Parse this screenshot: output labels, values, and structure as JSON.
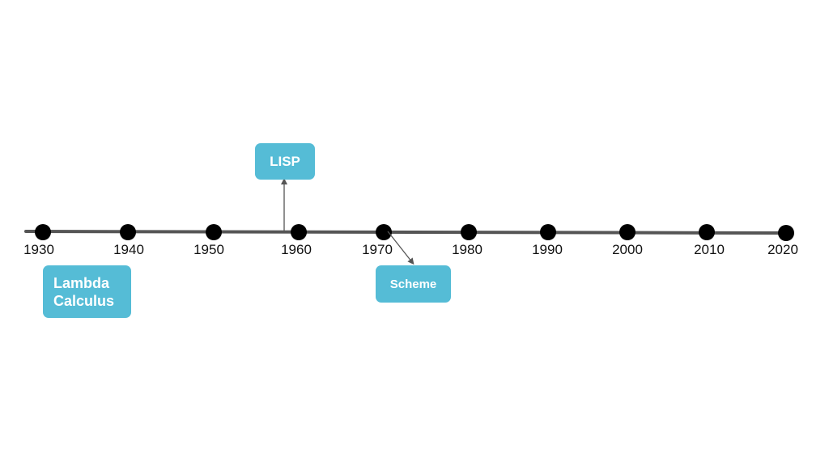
{
  "timeline": {
    "years": [
      "1930",
      "1940",
      "1950",
      "1960",
      "1970",
      "1980",
      "1990",
      "2000",
      "2010",
      "2020"
    ],
    "line_color": "#555555",
    "dot_color": "#000000"
  },
  "events": {
    "lambda_calculus": {
      "label": "Lambda\nCalculus",
      "color": "#55bcd6"
    },
    "lisp": {
      "label": "LISP",
      "color": "#55bcd6"
    },
    "scheme": {
      "label": "Scheme",
      "color": "#55bcd6"
    }
  }
}
